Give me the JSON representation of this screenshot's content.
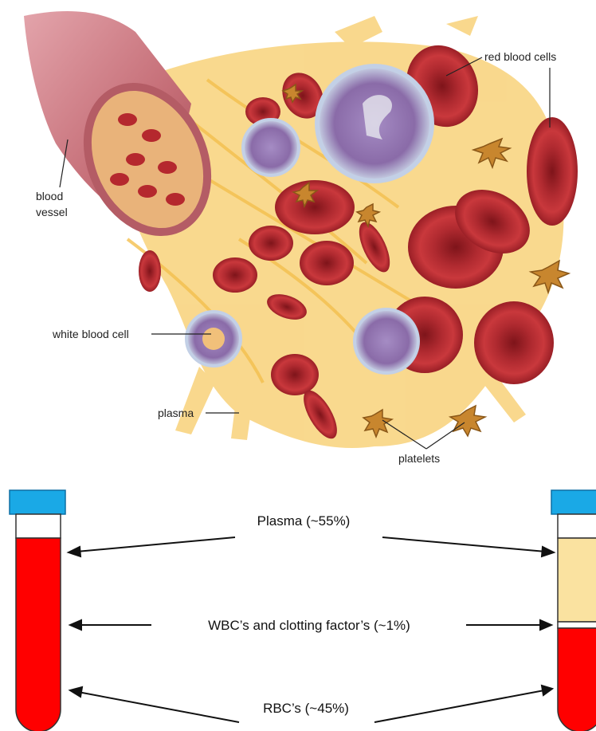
{
  "illustration": {
    "labels": {
      "red_blood_cells": "red blood cells",
      "blood_vessel_line1": "blood",
      "blood_vessel_line2": "vessel",
      "white_blood_cell": "white blood cell",
      "plasma": "plasma",
      "platelets": "platelets"
    }
  },
  "separation": {
    "labels": {
      "plasma": "Plasma (~55%)",
      "wbc": "WBC’s and clotting factor’s (~1%)",
      "rbc": "RBC’s (~45%)"
    }
  },
  "colors": {
    "rbc_red": "#ff0000",
    "cell_red": "#b5282e",
    "plasma_yellow": "#fae2a0",
    "cap_blue": "#1aa9e6",
    "wbc_purple": "#8b6aa8",
    "vessel_pink": "#c66f78",
    "platelet_orange": "#c8862e"
  },
  "icons": [
    "blood-vessel-icon",
    "red-blood-cell-icon",
    "white-blood-cell-icon",
    "platelet-icon",
    "test-tube-icon",
    "tube-cap-icon"
  ]
}
